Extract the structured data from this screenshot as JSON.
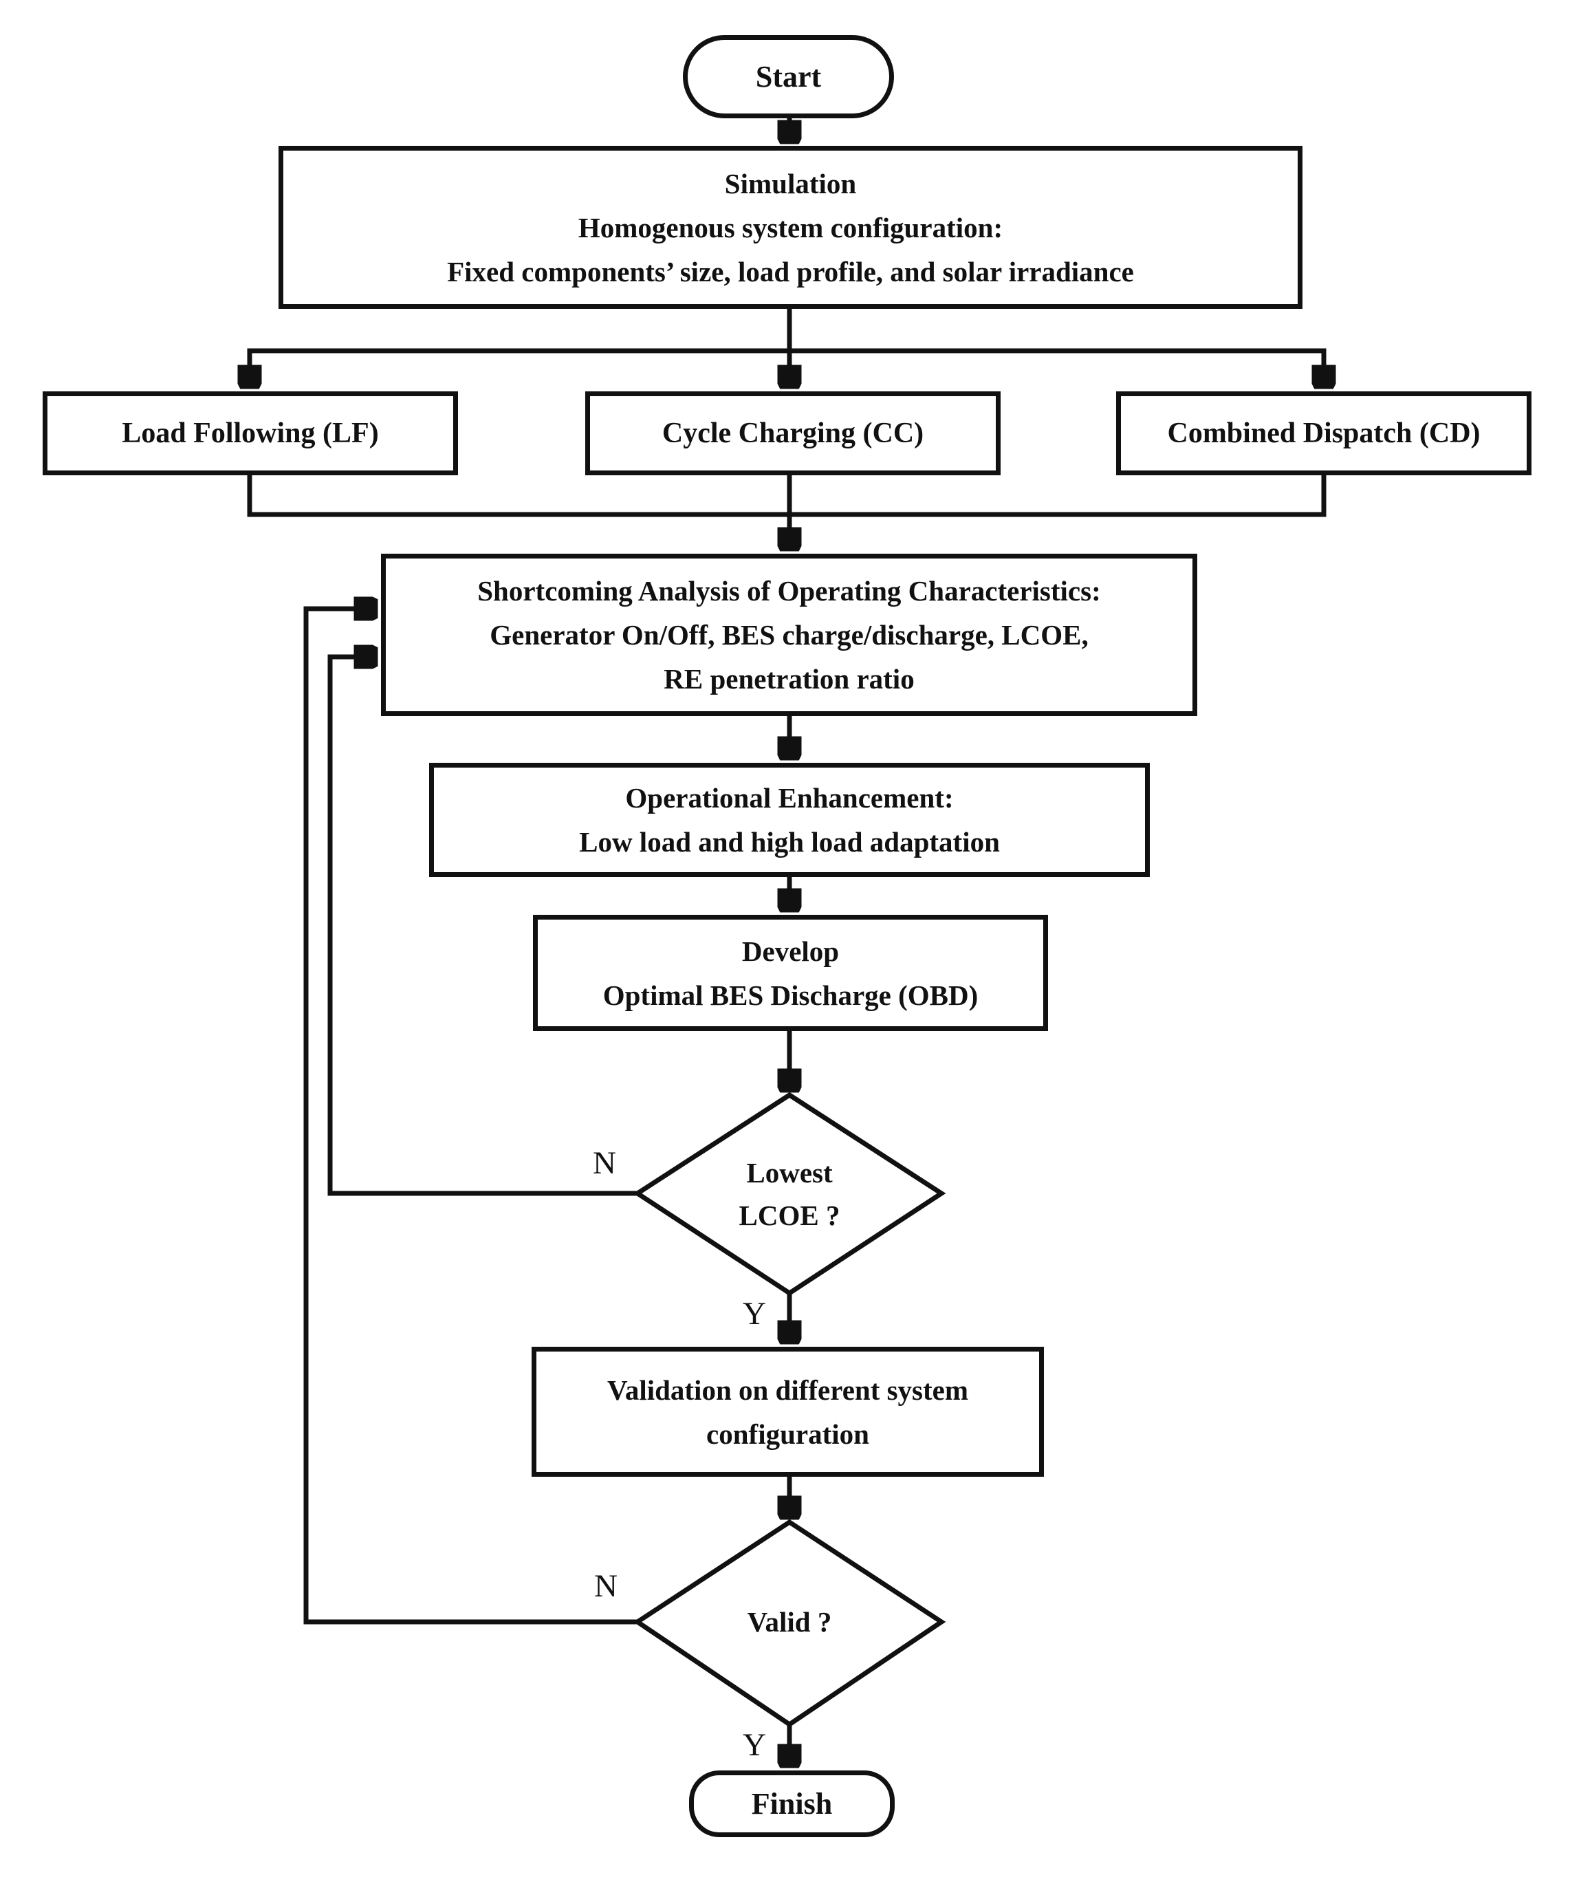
{
  "colors": {
    "ink": "#111111",
    "background": "#ffffff"
  },
  "flowchart": {
    "start": {
      "label": "Start"
    },
    "simulation": {
      "lines": [
        "Simulation",
        "Homogenous system configuration:",
        "Fixed components’ size, load profile, and solar irradiance"
      ]
    },
    "load_following": {
      "label": "Load Following (LF)"
    },
    "cycle_charging": {
      "label": "Cycle Charging (CC)"
    },
    "combined_dispatch": {
      "label": "Combined Dispatch (CD)"
    },
    "shortcoming": {
      "lines": [
        "Shortcoming Analysis of Operating Characteristics:",
        "Generator On/Off, BES charge/discharge, LCOE,",
        "RE penetration ratio"
      ]
    },
    "operational_enhancement": {
      "lines": [
        "Operational Enhancement:",
        "Low load and high load adaptation"
      ]
    },
    "develop_obd": {
      "lines": [
        "Develop",
        "Optimal BES Discharge (OBD)"
      ]
    },
    "lowest_lcoe": {
      "lines": [
        "Lowest",
        "LCOE ?"
      ]
    },
    "validation": {
      "lines": [
        "Validation on different system",
        "configuration"
      ]
    },
    "valid": {
      "label": "Valid ?"
    },
    "finish": {
      "label": "Finish"
    },
    "edge_labels": {
      "lcoe_no": "N",
      "lcoe_yes": "Y",
      "valid_no": "N",
      "valid_yes": "Y"
    }
  }
}
